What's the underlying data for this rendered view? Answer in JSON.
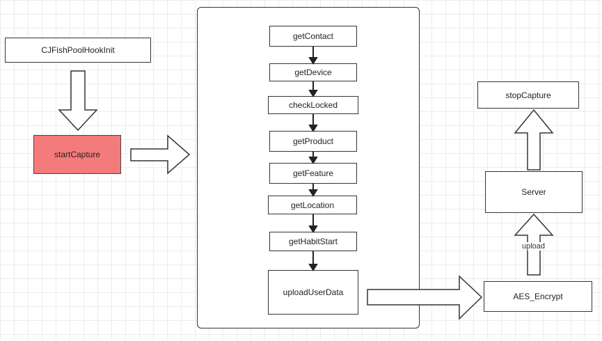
{
  "diagram": {
    "init_node": "CJFishPoolHookInit",
    "start_node": "startCapture",
    "steps": [
      "getContact",
      "getDevice",
      "checkLocked",
      "getProduct",
      "getFeature",
      "getLocation",
      "getHabitStart",
      "uploadUserData"
    ],
    "encrypt_node": "AES_Encrypt",
    "server_node": "Server",
    "stop_node": "stopCapture",
    "upload_label": "upload"
  },
  "colors": {
    "start_fill": "#f47b7b",
    "stroke": "#333333",
    "grid": "#ececec"
  }
}
